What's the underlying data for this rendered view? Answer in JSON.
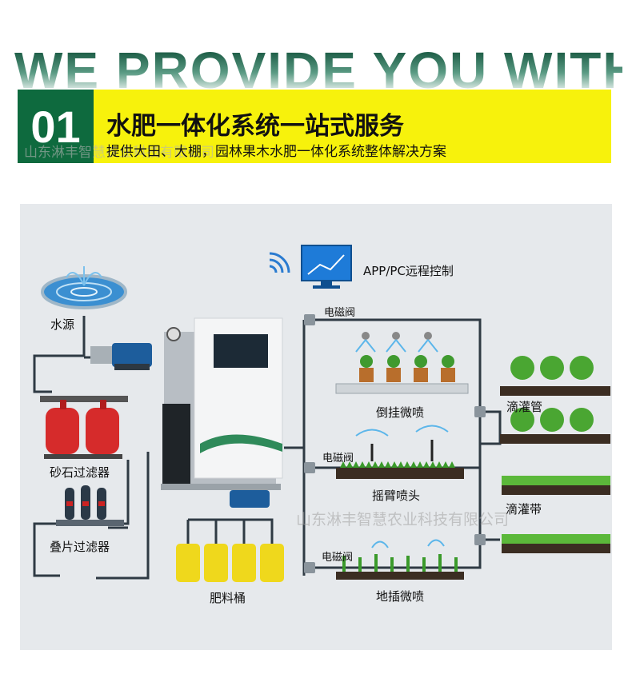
{
  "header": {
    "background_text": "WE PROVIDE YOU WITH",
    "number": "01",
    "title": "水肥一体化系统一站式服务",
    "subtitle": "提供大田、大棚，园林果木水肥一体化系统整体解决方案",
    "watermark": "山东淋丰智慧农业科技有限公司"
  },
  "diagram": {
    "labels": {
      "water_source": "水源",
      "sand_filter": "砂石过滤器",
      "disc_filter": "叠片过滤器",
      "fertilizer_bucket": "肥料桶",
      "remote_control": "APP/PC远程控制",
      "valve_1": "电磁阀",
      "valve_2": "电磁阀",
      "valve_3": "电磁阀",
      "hanging_spray": "倒挂微喷",
      "rocker_sprinkler": "摇臂喷头",
      "ground_spray": "地插微喷",
      "drip_pipe": "滴灌管",
      "drip_tape": "滴灌带"
    },
    "watermark": "山东淋丰智慧农业科技有限公司"
  },
  "colors": {
    "banner_yellow": "#f7f20c",
    "number_green": "#0e6a3e",
    "panel_gray": "#e6e9ec",
    "pipe_dark": "#2f3a44",
    "filter_red": "#d62b2b",
    "bucket_yellow": "#efd81c"
  }
}
